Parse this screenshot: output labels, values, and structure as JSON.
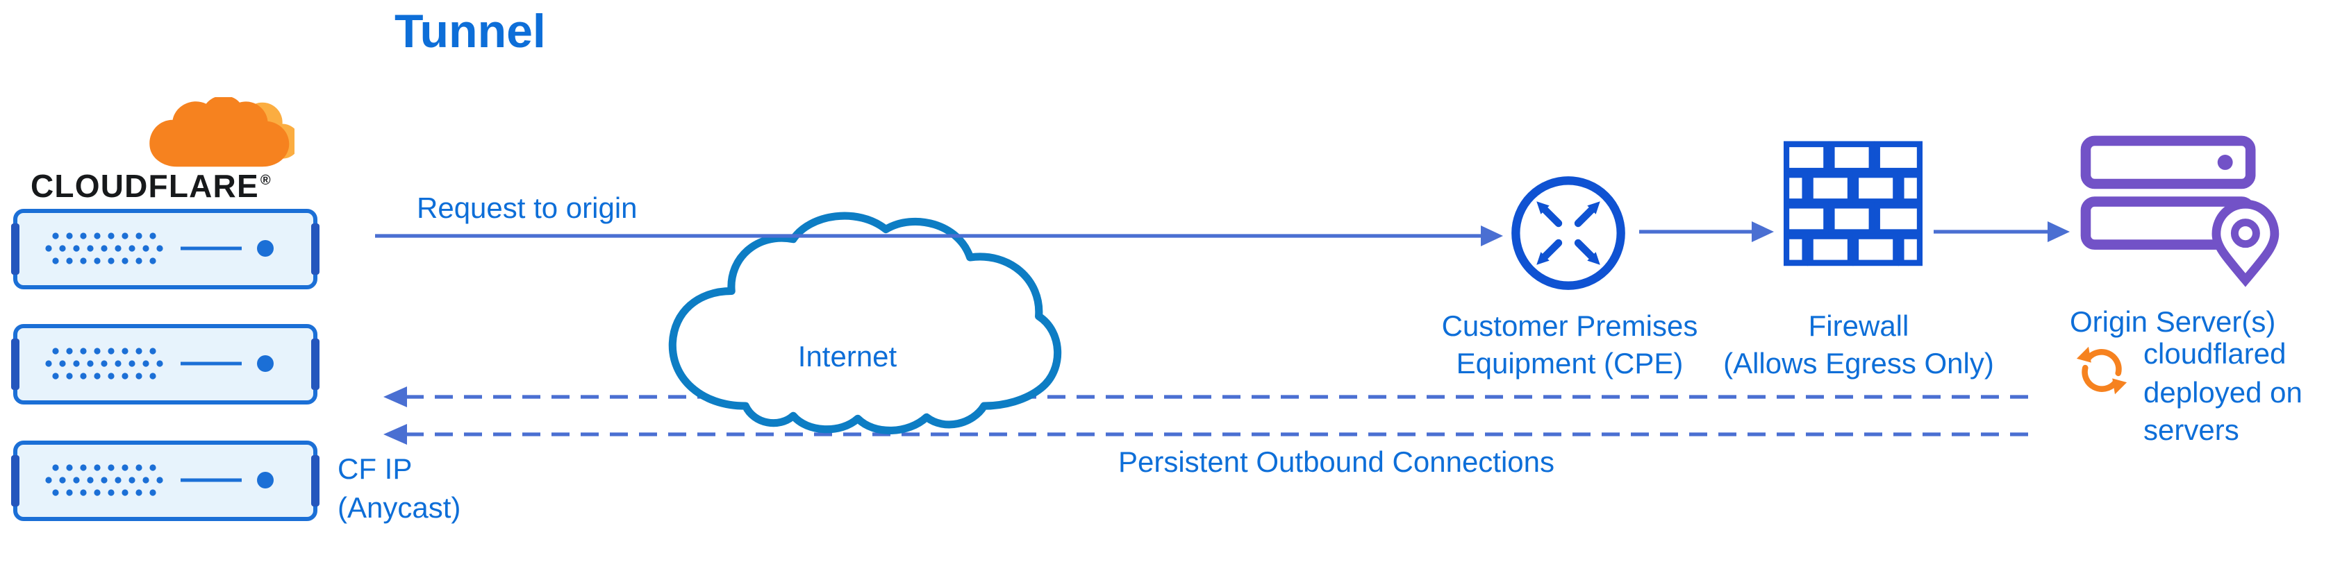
{
  "title": "Tunnel",
  "brand": {
    "name": "CLOUDFLARE",
    "registered": "®"
  },
  "left": {
    "cf_ip_line1": "CF IP",
    "cf_ip_line2": "(Anycast)"
  },
  "flows": {
    "request_label": "Request to origin",
    "persistent_label": "Persistent Outbound Connections"
  },
  "nodes": {
    "internet": {
      "label": "Internet"
    },
    "cpe": {
      "label_line1": "Customer Premises",
      "label_line2": "Equipment (CPE)"
    },
    "firewall": {
      "label_line1": "Firewall",
      "label_line2": "(Allows Egress Only)"
    },
    "origin": {
      "label": "Origin Server(s)"
    },
    "cloudflared": {
      "line1": "cloudflared",
      "line2": "deployed on",
      "line3": "servers"
    }
  },
  "colors": {
    "title_blue": "#0d6ed8",
    "text_blue": "#0d6ed8",
    "icon_blue": "#0f52d2",
    "cloud_outline": "#0d7dc4",
    "connector_blue": "#4a6fd2",
    "server_stroke": "#1b6fd6",
    "server_fill": "#e7f3fc",
    "server_dark": "#2456bd",
    "origin_purple": "#7252c7",
    "brand_orange": "#f6821f",
    "brand_orange_light": "#fbad41"
  }
}
